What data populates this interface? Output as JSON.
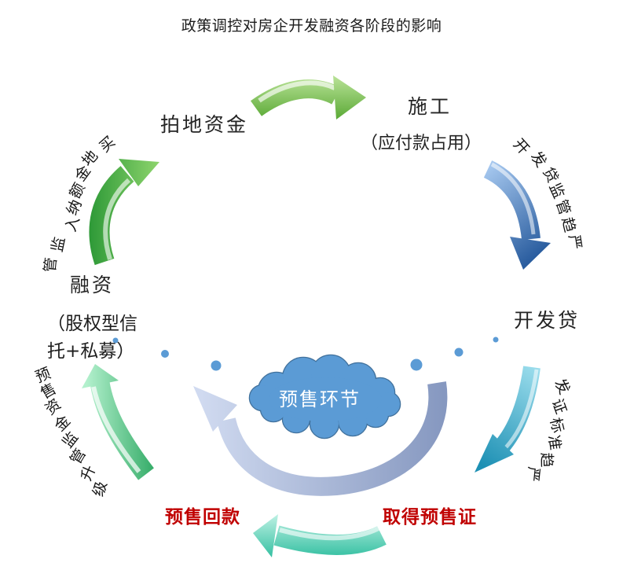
{
  "title": "政策调控对房企开发融资各阶段的影响",
  "nodes": {
    "land_fund": "拍地资金",
    "construction": "施工",
    "construction_sub": "（应付款占用）",
    "dev_loan": "开发贷",
    "presale_cert": "取得预售证",
    "presale_payment": "预售回款",
    "financing": "融资",
    "financing_sub_line1": "（股权型信",
    "financing_sub_line2": "托+私募）",
    "presale_stage": "预售环节"
  },
  "arc_labels": {
    "land_regulation": "买地金额纳入监管",
    "loan_regulation": "开发贷监管趋严",
    "cert_regulation": "发证标准趋严",
    "fund_regulation": "预售资金监管升级"
  },
  "colors": {
    "red_text": "#c00000",
    "cloud_fill": "#5b9bd5",
    "cloud_border": "#41719c",
    "cloud_text": "#ffffff",
    "top_arrow": {
      "light": "#bce49a",
      "dark": "#55a630"
    },
    "left_up_arrow": {
      "light": "#90d66e",
      "dark": "#2f9a38"
    },
    "blue_arrow": {
      "light": "#a6c8ef",
      "dark": "#2a5d9f"
    },
    "cert_arrow": {
      "light": "#9ddeed",
      "dark": "#1d90b4"
    },
    "bottom_arrow": {
      "light": "#c8f5e9",
      "dark": "#2dbd9e"
    },
    "left_low_arrow": {
      "light": "#b3f0cd",
      "dark": "#28a55e"
    },
    "swoosh": {
      "light": "#d0daf0",
      "dark": "#8698c0"
    }
  }
}
